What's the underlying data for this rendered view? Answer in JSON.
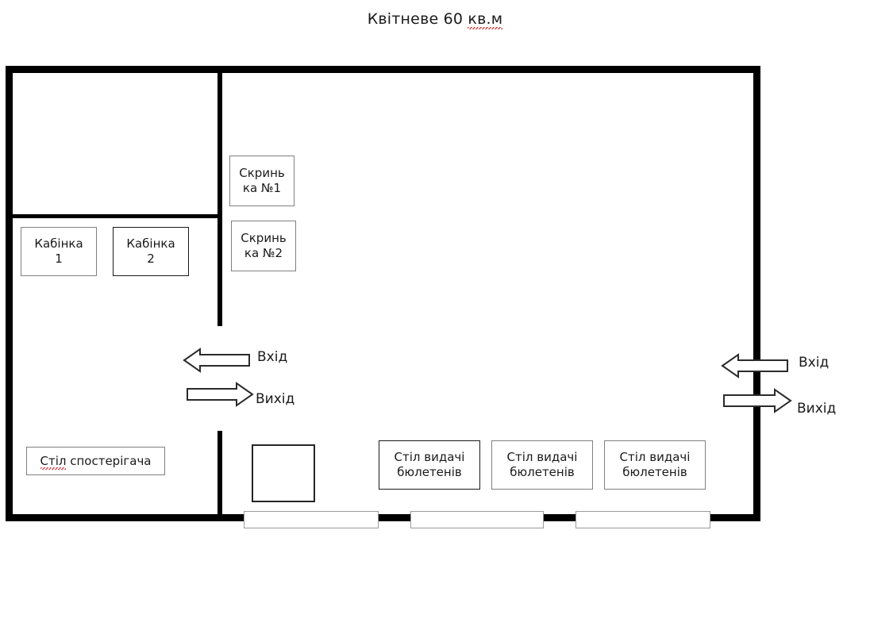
{
  "title": {
    "prefix": "Квітневе 60 ",
    "misspelled": "кв.м"
  },
  "cabins": [
    {
      "line1": "Кабінка",
      "line2": "1"
    },
    {
      "line1": "Кабінка",
      "line2": "2"
    }
  ],
  "ballot_boxes": [
    {
      "line1": "Скринь",
      "line2": "ка №1"
    },
    {
      "line1": "Скринь",
      "line2": "ка №2"
    }
  ],
  "observer_table": {
    "misspelled": "Стіл",
    "rest": " спостерігача"
  },
  "desks": [
    {
      "line1": "Стіл видачі",
      "line2": "бюлетенів"
    },
    {
      "line1": "Стіл видачі",
      "line2": "бюлетенів"
    },
    {
      "line1": "Стіл видачі",
      "line2": "бюлетенів"
    }
  ],
  "arrows": {
    "entrance_left": "Вхід",
    "exit_left": "Вихід",
    "entrance_right": "Вхід",
    "exit_right": "Вихід"
  },
  "colors": {
    "wall": "#000000",
    "box_border": "#808080",
    "box_border_dark": "#1a1a1a",
    "text": "#1a1a1a",
    "spellcheck_underline": "#e03030",
    "background": "#ffffff"
  }
}
